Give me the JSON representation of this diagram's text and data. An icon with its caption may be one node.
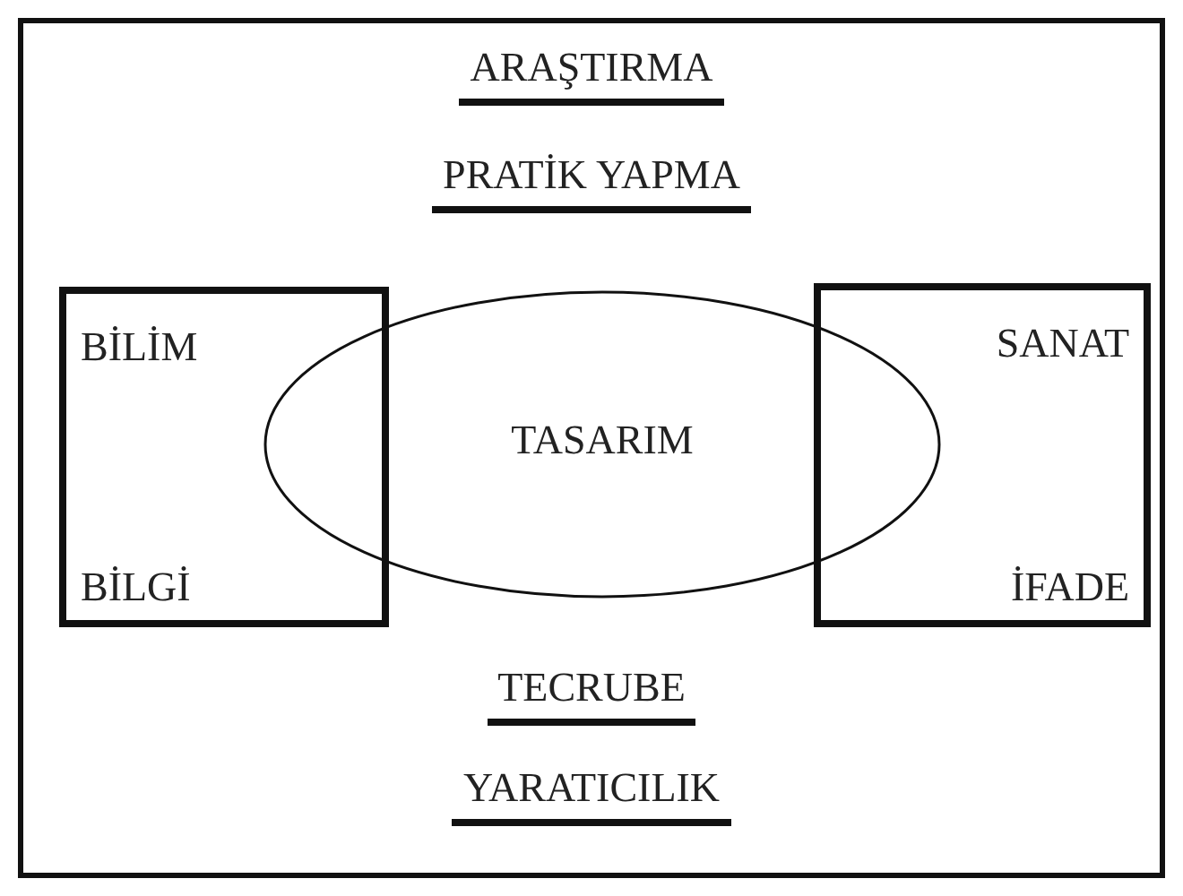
{
  "diagram": {
    "nodes": [
      {
        "text": [
          "BİLİM",
          "BİLGİ"
        ]
      },
      {
        "text": [
          "TASARIM"
        ]
      },
      {
        "text": [
          "SANAT",
          "İFADE"
        ]
      }
    ],
    "labels": [
      "ARAŞTIRMA",
      "PRATİK YAPMA",
      "TECRUBE",
      "YARATICILIK"
    ]
  }
}
